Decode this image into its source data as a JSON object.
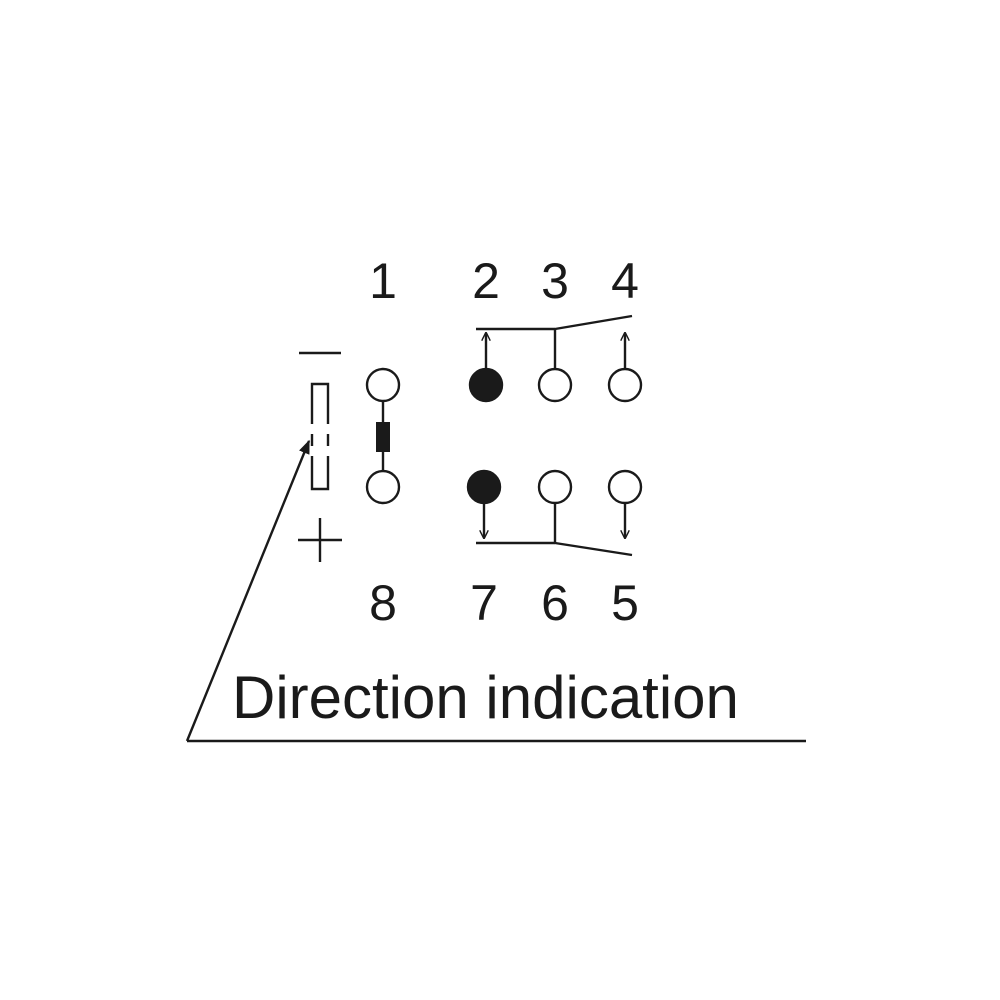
{
  "pins": {
    "top": [
      "1",
      "2",
      "3",
      "4"
    ],
    "bottom": [
      "8",
      "7",
      "6",
      "5"
    ]
  },
  "polarity": {
    "minus": "—",
    "plus": "+"
  },
  "caption": "Direction indication"
}
